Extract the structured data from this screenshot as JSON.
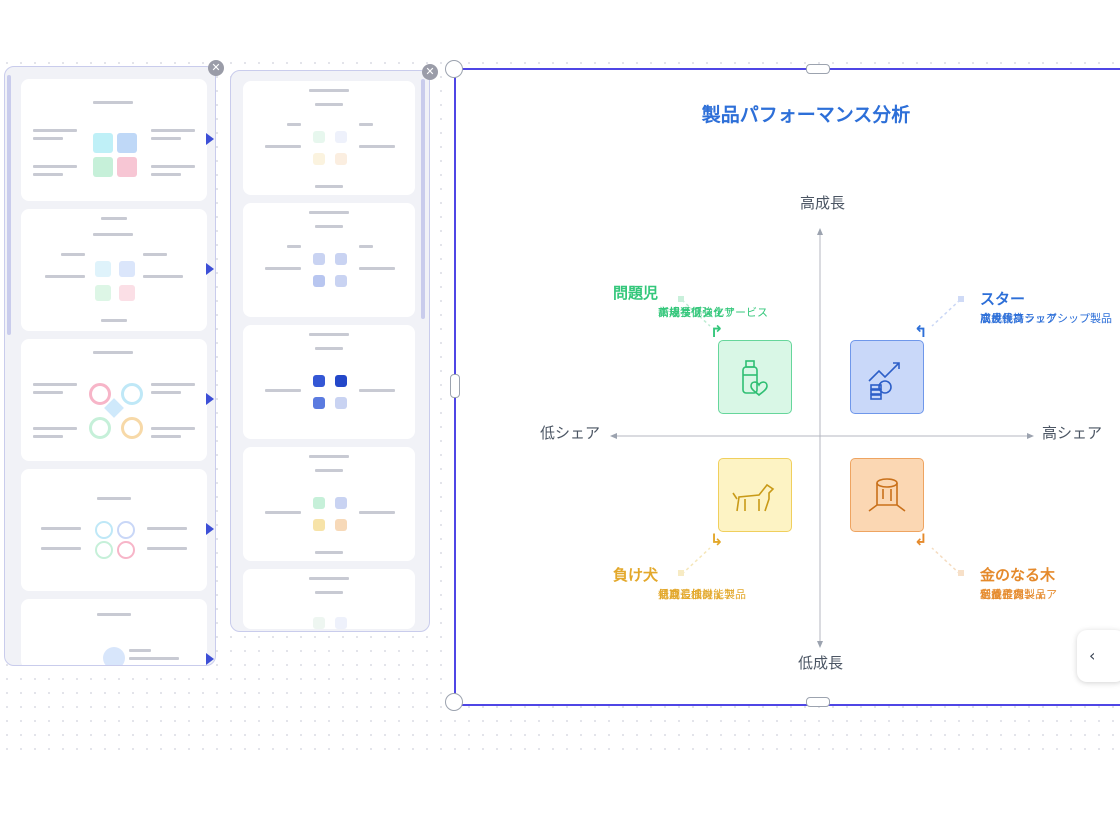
{
  "diagram": {
    "title": "製品パフォーマンス分析",
    "axis": {
      "top": "高成長",
      "bottom": "低成長",
      "left": "低シェア",
      "right": "高シェア"
    },
    "quadrants": {
      "problem": {
        "title": "問題児",
        "lines": [
          "高成長低シェア",
          "新規サブスクサービス",
          "市場獲得強化"
        ],
        "color": "#34c77b",
        "icon": "baby-bottle-heart-icon"
      },
      "star": {
        "title": "スター",
        "lines": [
          "高成長高シェア",
          "次世代フラッグシップ製品",
          "成長維持"
        ],
        "color": "#2d6fd8",
        "icon": "growth-coins-icon"
      },
      "dog": {
        "title": "負け犬",
        "lines": [
          "低成長低シェア",
          "初期追加機能製品",
          "見直し検討"
        ],
        "color": "#e3a82b",
        "icon": "dog-icon"
      },
      "cash": {
        "title": "金のなる木",
        "lines": [
          "低成長高シェア",
          "定番主力製品",
          "利益確保"
        ],
        "color": "#e58a2c",
        "icon": "tree-stump-icon"
      }
    }
  },
  "ui": {
    "close_glyph": "✕",
    "nav_prev_glyph": "‹"
  }
}
